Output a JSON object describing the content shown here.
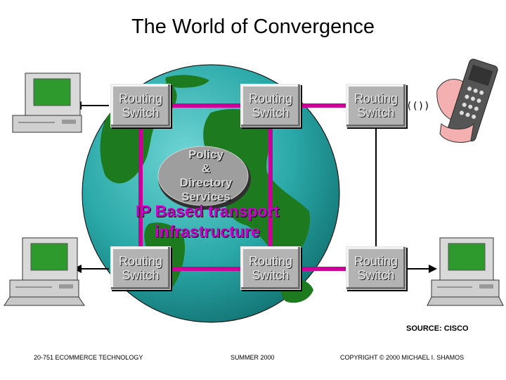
{
  "title": "The World of Convergence",
  "switches": {
    "top_left": "Routing\nSwitch",
    "top_center": "Routing\nSwitch",
    "top_right": "Routing\nSwitch",
    "bottom_left": "Routing\nSwitch",
    "bottom_center": "Routing\nSwitch",
    "bottom_right": "Routing\nSwitch"
  },
  "policy_label": "Policy\n&\nDirectory\nServices",
  "transport_label": "IP Based transport\ninfrastructure",
  "wireless_waves": "(())",
  "source": "SOURCE: CISCO",
  "footer": {
    "course": "20-751 ECOMMERCE TECHNOLOGY",
    "term": "SUMMER 2000",
    "copyright": "COPYRIGHT © 2000 MICHAEL I. SHAMOS"
  },
  "colors": {
    "globe_ocean": "#2aa8a8",
    "land": "#1e7a1e",
    "links": "#cc0099",
    "switch_gray": "#b3b3b3",
    "transport_text": "#cc00cc"
  },
  "icons": [
    "desktop-computer-icon",
    "mobile-phone-in-hand-icon",
    "globe-icon"
  ]
}
